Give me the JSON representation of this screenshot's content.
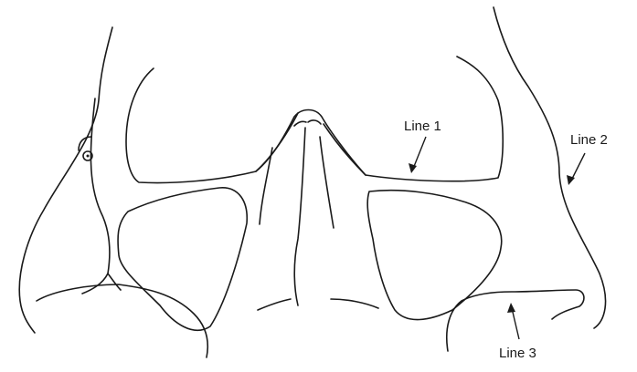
{
  "labels": {
    "line1": "Line 1",
    "line2": "Line 2",
    "line3": "Line 3"
  },
  "colors": {
    "ink": "#1a1a1a",
    "background": "#ffffff"
  }
}
